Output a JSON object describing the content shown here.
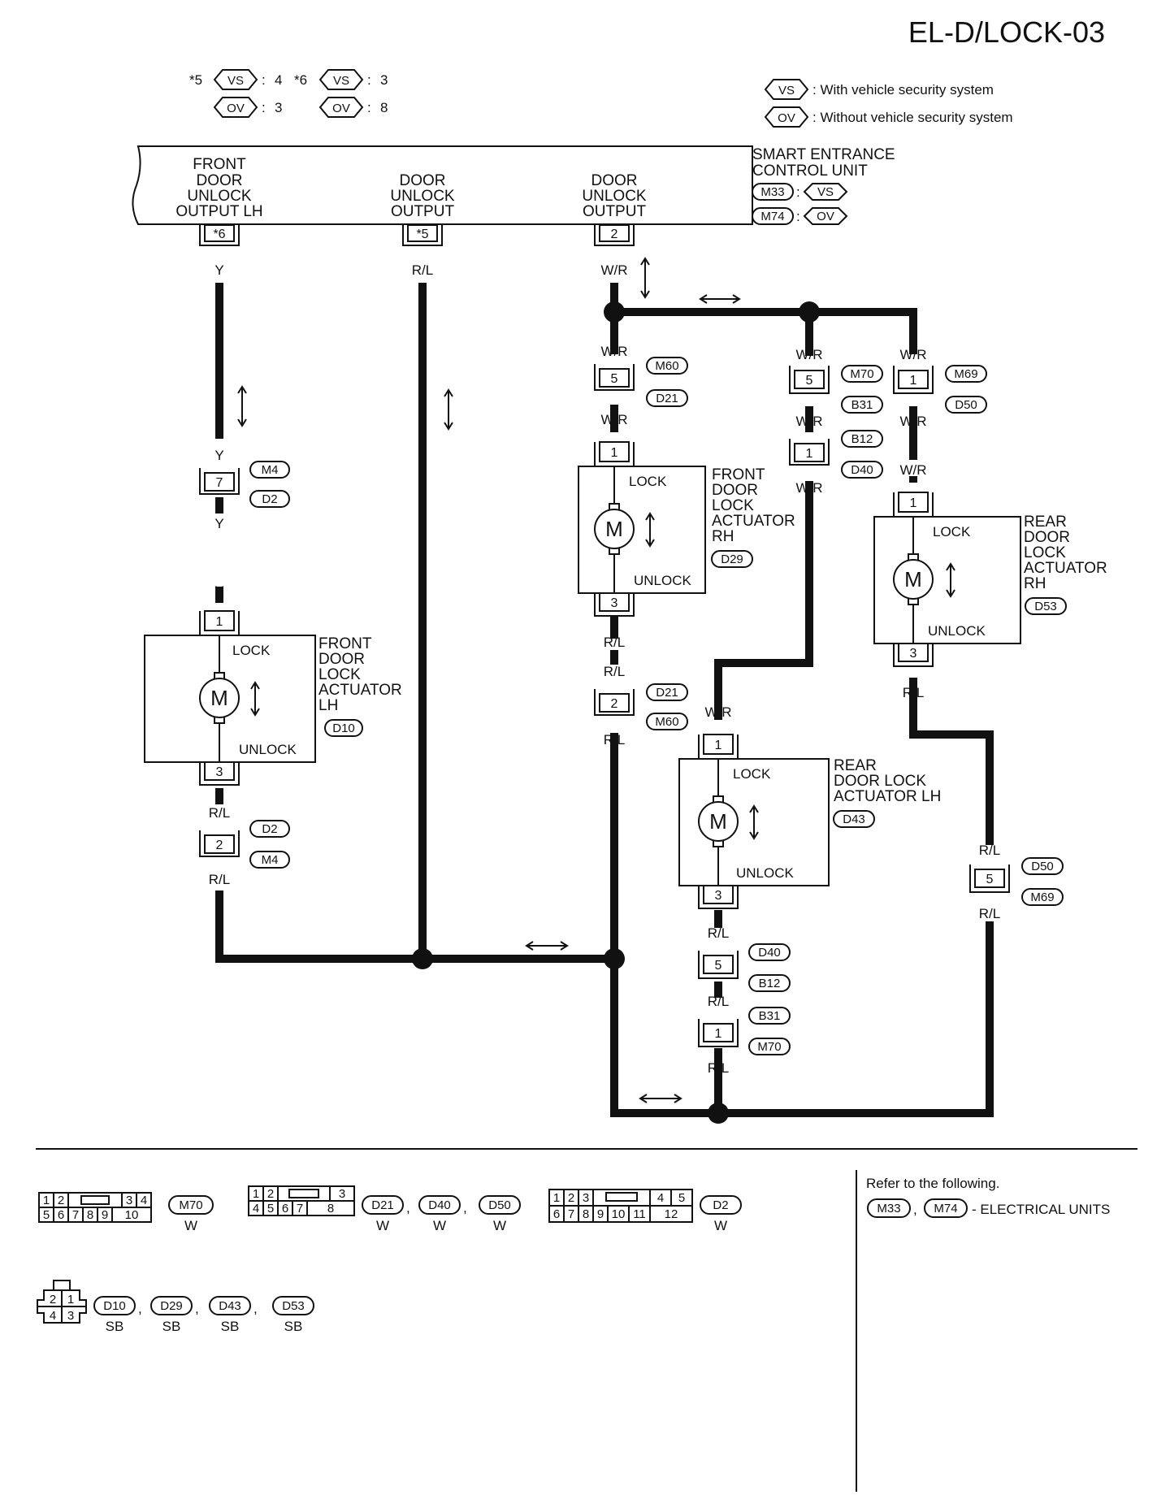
{
  "page_code": "EL-D/LOCK-03",
  "notes": {
    "note5": {
      "mark": "*5",
      "vs_pin": "4",
      "ov_pin": "3"
    },
    "note6": {
      "mark": "*6",
      "vs_pin": "3",
      "ov_pin": "8"
    }
  },
  "legend": {
    "vs": {
      "badge": "VS",
      "text": ": With vehicle security system"
    },
    "ov": {
      "badge": "OV",
      "text": ": Without vehicle security system"
    }
  },
  "control_unit": {
    "name_line1": "SMART ENTRANCE",
    "name_line2": "CONTROL UNIT",
    "conn_vs": "M33",
    "conn_ov": "M74",
    "vs_badge": "VS",
    "ov_badge": "OV",
    "outputs": [
      {
        "lines": [
          "FRONT",
          "DOOR",
          "UNLOCK",
          "OUTPUT LH"
        ],
        "pin": "*6",
        "wire": "Y"
      },
      {
        "lines": [
          "DOOR",
          "UNLOCK",
          "OUTPUT"
        ],
        "pin": "*5",
        "wire": "R/L"
      },
      {
        "lines": [
          "DOOR",
          "UNLOCK",
          "OUTPUT"
        ],
        "pin": "2",
        "wire": "W/R"
      }
    ]
  },
  "wires": {
    "y": "Y",
    "rl": "R/L",
    "wr": "W/R"
  },
  "connectors": {
    "c_m4_d2": {
      "pin": "7",
      "codes": [
        "M4",
        "D2"
      ]
    },
    "c_d2_m4": {
      "pin": "2",
      "codes": [
        "D2",
        "M4"
      ]
    },
    "c_m60_d21": {
      "pin": "5",
      "codes": [
        "M60",
        "D21"
      ]
    },
    "c_d21_m60": {
      "pin": "2",
      "codes": [
        "D21",
        "M60"
      ]
    },
    "c_m70_b31": {
      "pin": "5",
      "codes": [
        "M70",
        "B31"
      ]
    },
    "c_b12_d40": {
      "pin": "1",
      "codes": [
        "B12",
        "D40"
      ]
    },
    "c_m69_d50": {
      "pin": "1",
      "codes": [
        "M69",
        "D50"
      ]
    },
    "c_d50_m69": {
      "pin": "5",
      "codes": [
        "D50",
        "M69"
      ]
    },
    "c_d40_b12": {
      "pin": "5",
      "codes": [
        "D40",
        "B12"
      ]
    },
    "c_b31_m70": {
      "pin": "1",
      "codes": [
        "B31",
        "M70"
      ]
    }
  },
  "actuators": {
    "front_lh": {
      "lines": [
        "FRONT",
        "DOOR",
        "LOCK",
        "ACTUATOR",
        "LH"
      ],
      "code": "D10",
      "pin_top": "1",
      "pin_bottom": "3",
      "lock": "LOCK",
      "unlock": "UNLOCK",
      "motor": "M"
    },
    "front_rh": {
      "lines": [
        "FRONT",
        "DOOR",
        "LOCK",
        "ACTUATOR",
        "RH"
      ],
      "code": "D29",
      "pin_top": "1",
      "pin_bottom": "3",
      "lock": "LOCK",
      "unlock": "UNLOCK",
      "motor": "M"
    },
    "rear_rh": {
      "lines": [
        "REAR",
        "DOOR",
        "LOCK",
        "ACTUATOR",
        "RH"
      ],
      "code": "D53",
      "pin_top": "1",
      "pin_bottom": "3",
      "lock": "LOCK",
      "unlock": "UNLOCK",
      "motor": "M"
    },
    "rear_lh": {
      "lines": [
        "REAR",
        "DOOR LOCK",
        "ACTUATOR LH"
      ],
      "code": "D43",
      "pin_top": "1",
      "pin_bottom": "3",
      "lock": "LOCK",
      "unlock": "UNLOCK",
      "motor": "M"
    }
  },
  "connector_views": {
    "view1": {
      "row1": [
        "1",
        "2",
        "",
        "3",
        "4"
      ],
      "row2": [
        "5",
        "6",
        "7",
        "8",
        "9",
        "10"
      ],
      "codes": [
        "M70"
      ],
      "color": "W"
    },
    "view2": {
      "row1": [
        "1",
        "2",
        "",
        "3"
      ],
      "row2": [
        "4",
        "5",
        "6",
        "7",
        "8"
      ],
      "codes": [
        "D21",
        "D40",
        "D50"
      ],
      "color": "W"
    },
    "view3": {
      "row1": [
        "1",
        "2",
        "3",
        "",
        "4",
        "5"
      ],
      "row2": [
        "6",
        "7",
        "8",
        "9",
        "10",
        "11",
        "12"
      ],
      "codes": [
        "D2"
      ],
      "color": "W"
    },
    "view4": {
      "cells": [
        "2",
        "1",
        "4",
        "3"
      ],
      "codes": [
        "D10",
        "D29",
        "D43",
        "D53"
      ],
      "color": "SB"
    }
  },
  "reference": {
    "line1": "Refer to the following.",
    "codes": [
      "M33",
      "M74"
    ],
    "suffix": "- ELECTRICAL UNITS"
  }
}
